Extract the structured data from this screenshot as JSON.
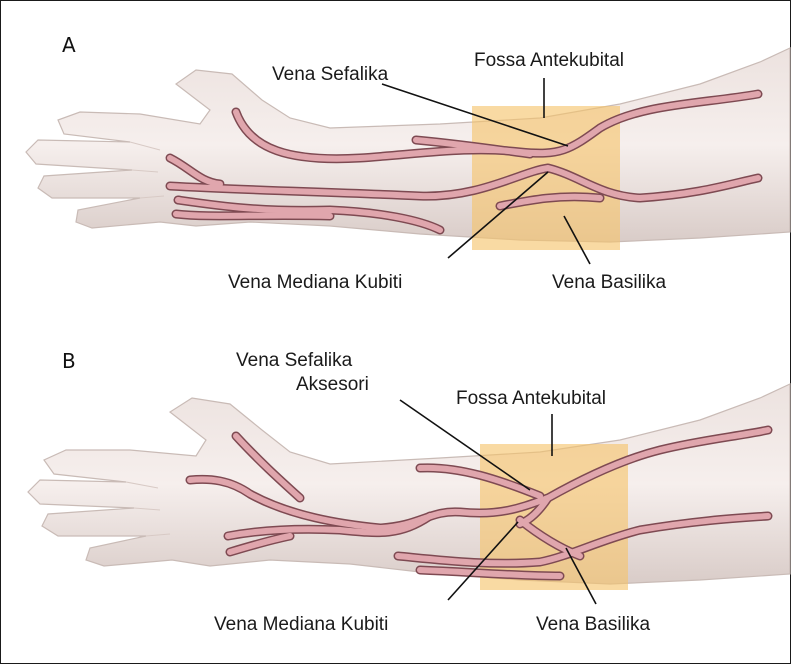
{
  "panels": [
    {
      "letter": "A",
      "labels": {
        "cephalic": "Vena Sefalika",
        "fossa": "Fossa Antekubital",
        "median_cubital": "Vena Mediana Kubiti",
        "basilic": "Vena Basilika"
      }
    },
    {
      "letter": "B",
      "labels": {
        "accessory_line1": "Vena Sefalika",
        "accessory_line2": "Aksesori",
        "fossa": "Fossa Antekubital",
        "median_cubital": "Vena Mediana Kubiti",
        "basilic": "Vena Basilika"
      }
    }
  ],
  "colors": {
    "skin": "#f2e9e6",
    "skin_shadow": "#ddd0cc",
    "vein_fill": "#e0a6ad",
    "vein_stroke": "#7e4a52",
    "fossa_box": "#f6c46a",
    "leader": "#111111"
  }
}
